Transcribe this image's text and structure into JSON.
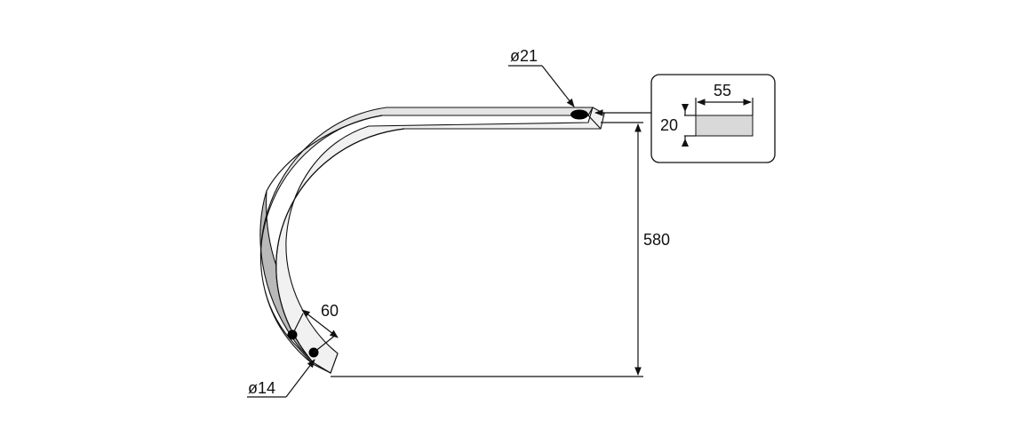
{
  "colors": {
    "line": "#111111",
    "tine_face": "#f1f1f1",
    "tine_side": "#b9b9b9",
    "section_fill": "#d9d9d9",
    "hole": "#000000",
    "background": "#ffffff"
  },
  "labels": {
    "top_hole_diameter": "ø21",
    "bottom_hole_diameter": "ø14",
    "hole_spacing": "60",
    "height": "580",
    "section_width": "55",
    "section_thickness": "20"
  }
}
